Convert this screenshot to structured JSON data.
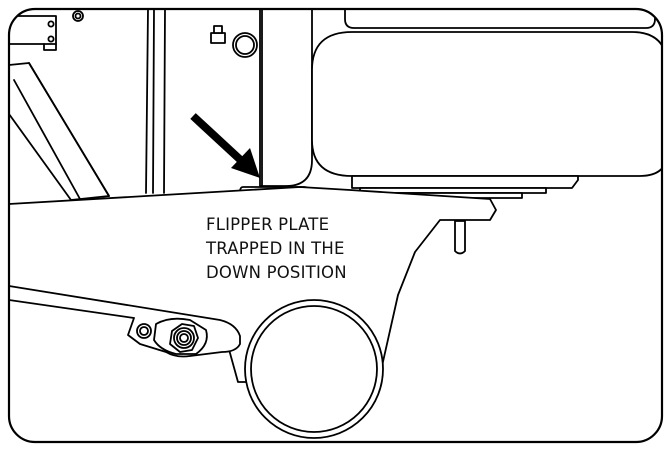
{
  "callout": {
    "lines": [
      "FLIPPER PLATE",
      "TRAPPED IN THE",
      "DOWN POSITION"
    ]
  }
}
